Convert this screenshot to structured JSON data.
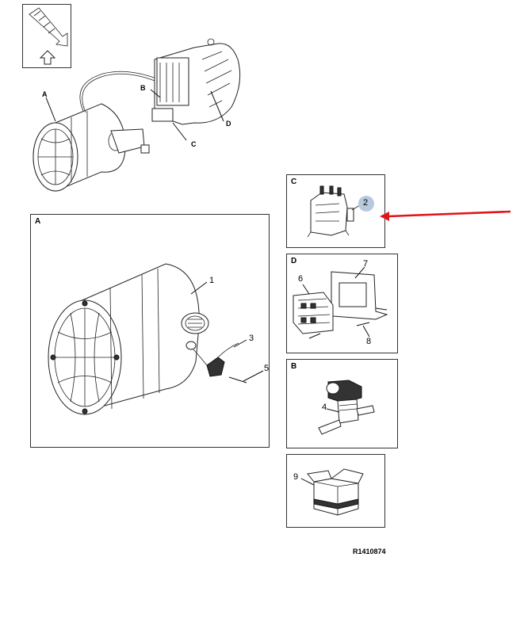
{
  "nav_icon": {
    "name": "up-arrow-icon"
  },
  "overview": {
    "labels": {
      "a": "A",
      "b": "B",
      "c": "C",
      "d": "D"
    }
  },
  "panels": {
    "a": {
      "label": "A",
      "callouts": [
        "1",
        "3",
        "5"
      ]
    },
    "c": {
      "label": "C",
      "callout": "2",
      "callout_color": "#b8c8dd"
    },
    "d": {
      "label": "D",
      "callouts": [
        "7",
        "6",
        "8"
      ]
    },
    "b": {
      "label": "B",
      "callout": "4"
    },
    "kit": {
      "callout": "9"
    }
  },
  "pointer": {
    "color": "#e0141b"
  },
  "reference": "R1410874"
}
